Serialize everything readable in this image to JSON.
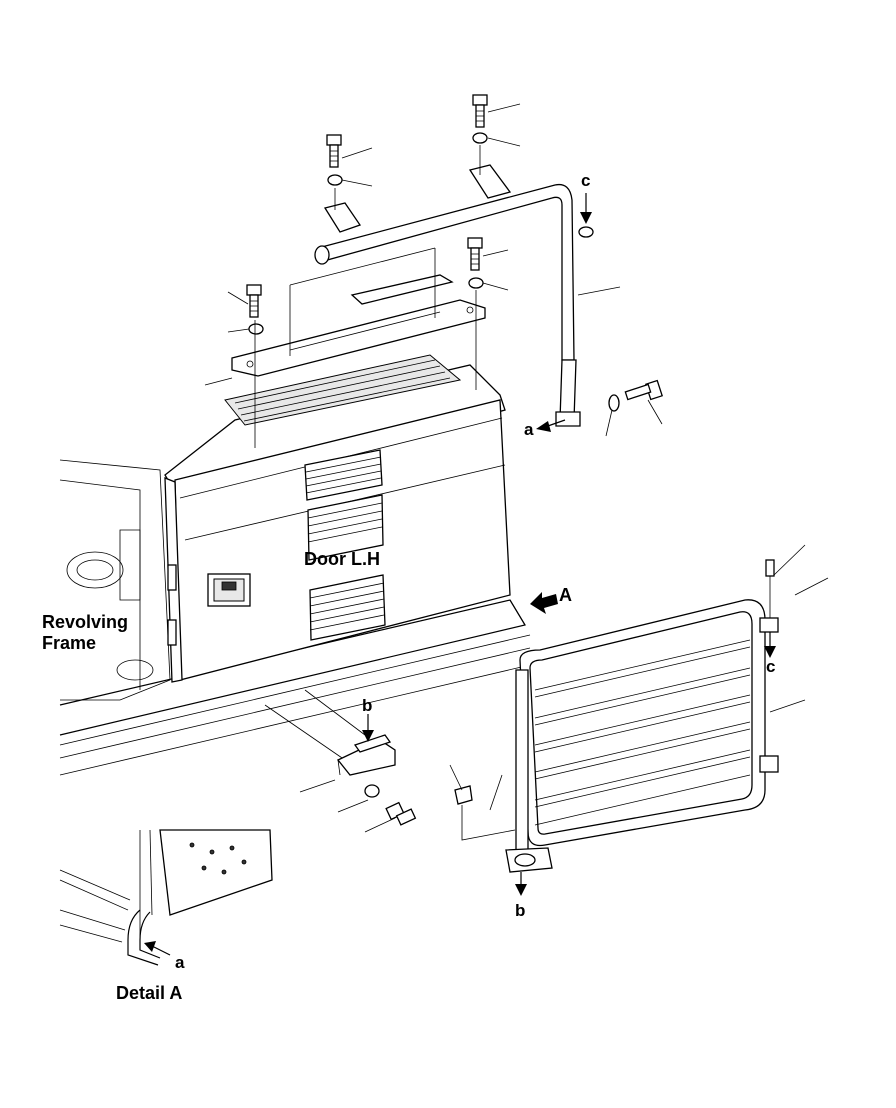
{
  "labels": {
    "door": "Door L.H",
    "frame_line1": "Revolving",
    "frame_line2": "Frame",
    "view_a": "A",
    "detail": "Detail A",
    "ref_a_top": "a",
    "ref_a_detail": "a",
    "ref_b_top": "b",
    "ref_b_bottom": "b",
    "ref_c_top": "c",
    "ref_c_right": "c"
  }
}
